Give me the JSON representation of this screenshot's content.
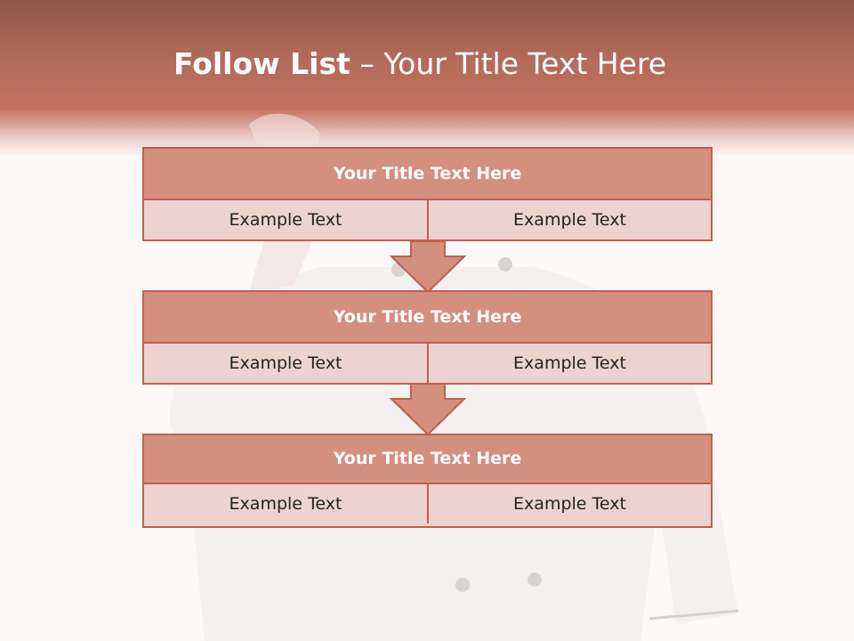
{
  "slide": {
    "title_bold": "Follow List",
    "title_rest": "– Your Title Text Here"
  },
  "colors": {
    "header": "#c4725f",
    "block_title_fill": "#d3907f",
    "block_cell_fill": "#edd3d0",
    "border": "#c0604d"
  },
  "steps": [
    {
      "title": "Your Title Text Here",
      "left": "Example Text",
      "right": "Example Text"
    },
    {
      "title": "Your Title Text Here",
      "left": "Example Text",
      "right": "Example Text"
    },
    {
      "title": "Your Title Text Here",
      "left": "Example Text",
      "right": "Example Text"
    }
  ],
  "connectors": [
    "down-arrow",
    "down-arrow"
  ]
}
